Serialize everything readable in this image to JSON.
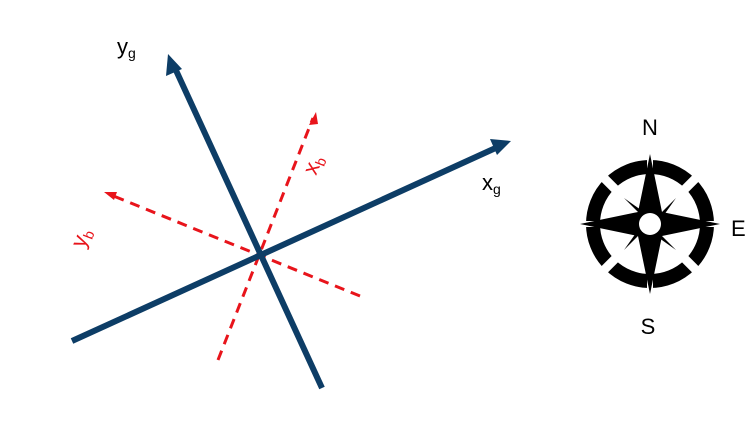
{
  "colors": {
    "global_axes": "#0d3d66",
    "body_axes": "#e8141b",
    "compass": "#000000",
    "background": "#ffffff"
  },
  "global_frame": {
    "x_axis": {
      "letter": "x",
      "subscript": "g"
    },
    "y_axis": {
      "letter": "y",
      "subscript": "g"
    }
  },
  "body_frame": {
    "x_axis": {
      "letter": "x",
      "subscript": "b"
    },
    "y_axis": {
      "letter": "y",
      "subscript": "b"
    }
  },
  "compass": {
    "icon": "compass-rose-icon",
    "north": "N",
    "east": "E",
    "south": "S"
  }
}
